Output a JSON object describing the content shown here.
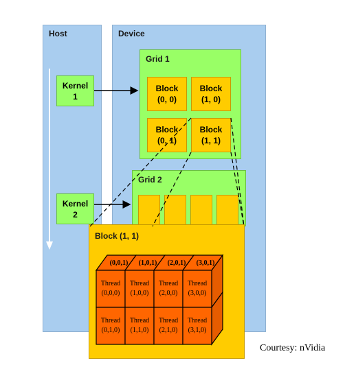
{
  "host": {
    "title": "Host"
  },
  "device": {
    "title": "Device"
  },
  "kernels": [
    {
      "line1": "Kernel",
      "line2": "1"
    },
    {
      "line1": "Kernel",
      "line2": "2"
    }
  ],
  "grid1": {
    "title": "Grid 1",
    "blocks": [
      {
        "line1": "Block",
        "line2": "(0, 0)"
      },
      {
        "line1": "Block",
        "line2": "(1, 0)"
      },
      {
        "line1": "Block",
        "line2": "(0, 1)"
      },
      {
        "line1": "Block",
        "line2": "(1, 1)"
      }
    ]
  },
  "grid2": {
    "title": "Grid 2"
  },
  "block_detail": {
    "title": "Block (1, 1)",
    "top_labels": [
      "(0,0,1)",
      "(1,0,1)",
      "(2,0,1)",
      "(3,0,1)"
    ],
    "thread_word": "Thread",
    "row0_ids": [
      "(0,0,0)",
      "(1,0,0)",
      "(2,0,0)",
      "(3,0,0)"
    ],
    "row1_ids": [
      "(0,1,0)",
      "(1,1,0)",
      "(2,1,0)",
      "(3,1,0)"
    ]
  },
  "courtesy": "Courtesy: nVidia",
  "colors": {
    "panel": "#a9cdef",
    "grid": "#99ff66",
    "block": "#ffcc00",
    "thread": "#ff6600"
  }
}
